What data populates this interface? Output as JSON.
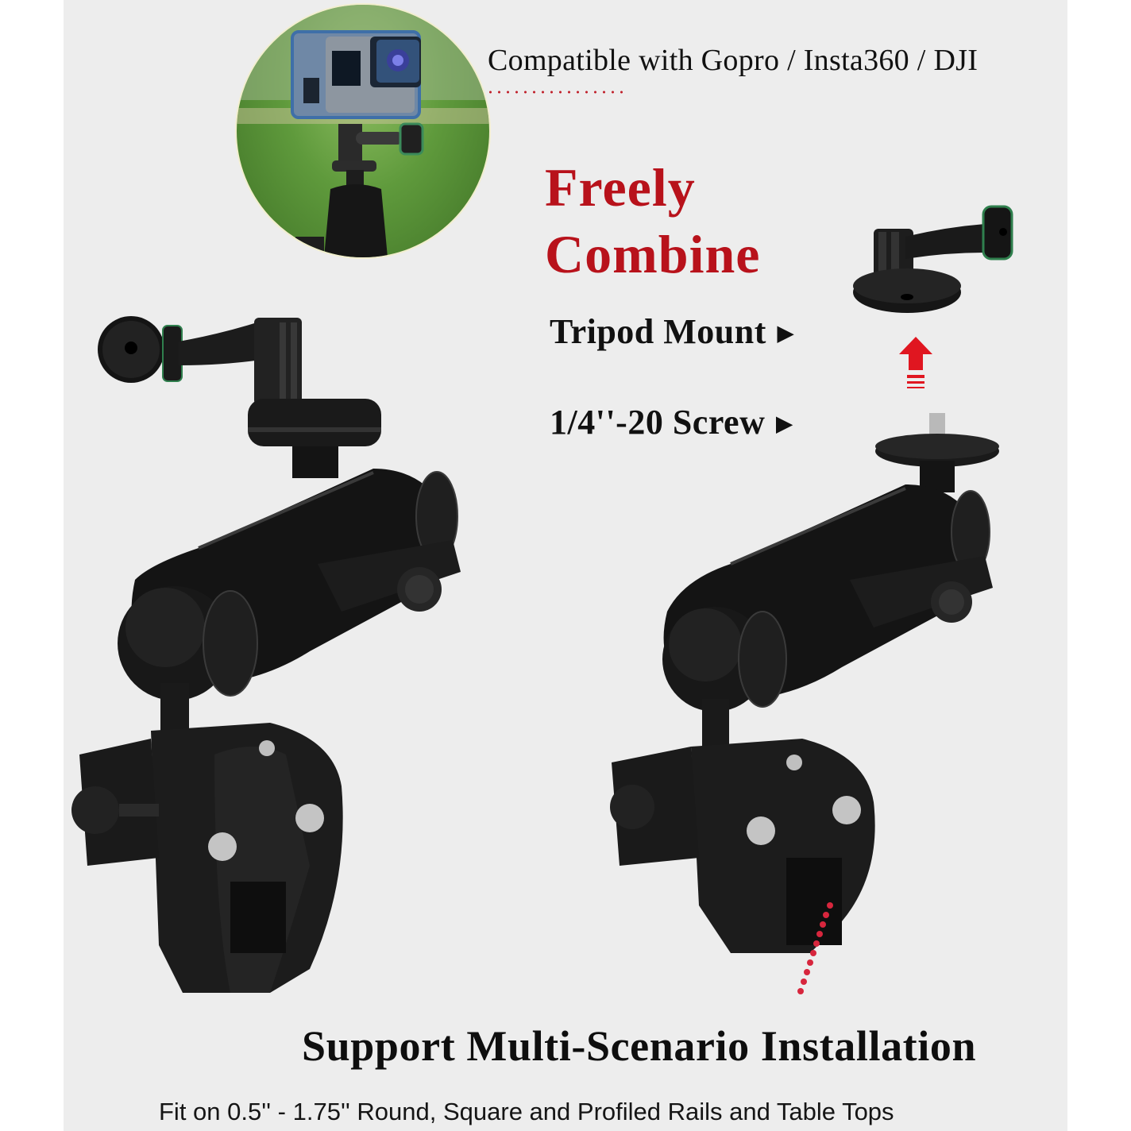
{
  "colors": {
    "background": "#ededed",
    "outer_margin": "#ffffff",
    "accent_red": "#b8121b",
    "text_dark": "#111111",
    "product_black": "#1a1a1a"
  },
  "inset_photo": {
    "alt": "Action camera mounted on tripod head outdoors",
    "icon": "action-camera-icon"
  },
  "compatibility": {
    "text": "Compatible with Gopro / Insta360 / DJI"
  },
  "headline": {
    "line1": "Freely",
    "line2": "Combine"
  },
  "callouts": [
    {
      "label": "Tripod Mount",
      "arrow": "▶"
    },
    {
      "label": "1/4''-20 Screw",
      "arrow": "▶"
    }
  ],
  "products": [
    {
      "name": "assembled-mount",
      "desc": "Super clamp with ball-head arm and GoPro tripod adapter"
    },
    {
      "name": "disassembled-mount",
      "desc": "Super clamp with ball-head arm, 1/4-20 screw, adapter lifted off"
    }
  ],
  "footer": {
    "title": "Support Multi-Scenario Installation",
    "subtitle": "Fit on 0.5'' - 1.75'' Round, Square and Profiled Rails and Table Tops"
  }
}
